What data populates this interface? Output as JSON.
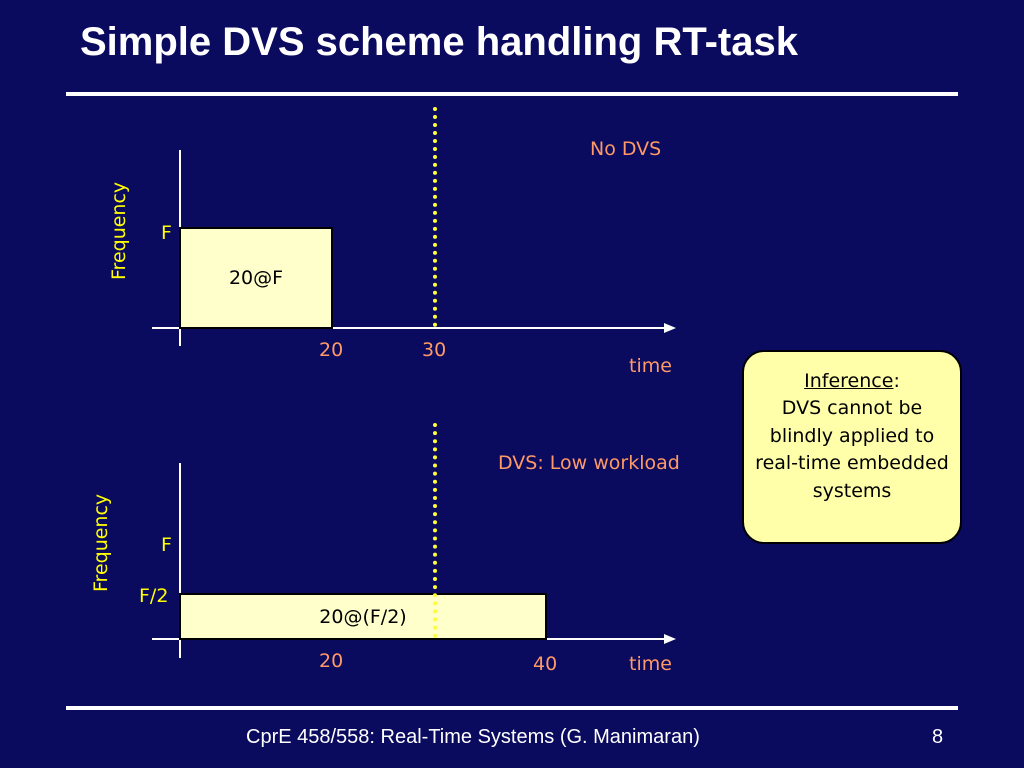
{
  "slide": {
    "title": "Simple DVS scheme handling RT-task",
    "footer_text": "CprE 458/558: Real-Time Systems (G. Manimaran)",
    "page_number": "8"
  },
  "top_diagram": {
    "caption": "No DVS",
    "y_axis_label": "Frequency",
    "freq_label": "F",
    "task_label": "20@F",
    "tick_20": "20",
    "tick_30": "30",
    "x_axis_label": "time"
  },
  "bottom_diagram": {
    "caption": "DVS: Low workload",
    "y_axis_label": "Frequency",
    "freq_label_f": "F",
    "freq_label_half": "F/2",
    "task_label": "20@(F/2)",
    "tick_20": "20",
    "tick_40": "40",
    "x_axis_label": "time"
  },
  "inference": {
    "heading": "Inference",
    "heading_suffix": ":",
    "body": "DVS cannot be blindly applied to real-time embedded systems"
  },
  "colors": {
    "background": "#0a0a5e",
    "label_orange": "#ff9966",
    "label_yellow": "#ffff00",
    "task_fill": "#ffffcc",
    "deadline_line": "#ffff33"
  }
}
